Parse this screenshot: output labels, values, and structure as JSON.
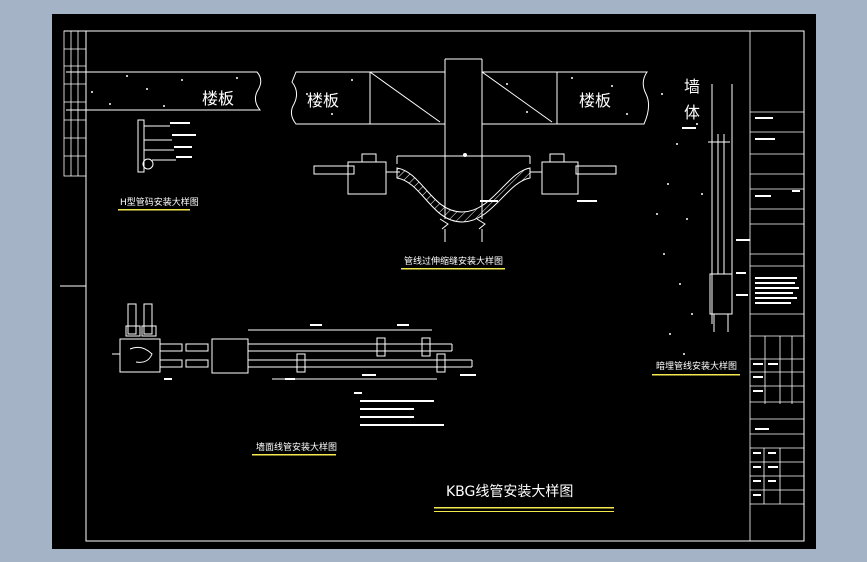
{
  "colors": {
    "page": "#a4b3c6",
    "drawing": "#000000",
    "line": "#ffffff",
    "underline": "#f2e94e"
  },
  "labels": {
    "slab_left": "楼板",
    "slab_mid": "楼板",
    "slab_right": "楼板",
    "wall_1": "墙",
    "wall_2": "体",
    "detail_1": "H型管码安装大样图",
    "detail_2": "管线过伸缩缝安装大样图",
    "detail_3": "暗埋管线安装大样图",
    "detail_4": "墙面线管安装大样图",
    "main_title": "KBG线管安装大样图"
  }
}
